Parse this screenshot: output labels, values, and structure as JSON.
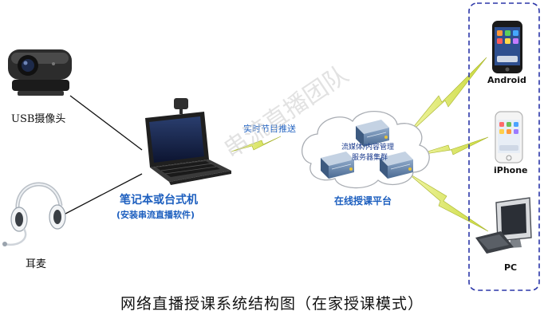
{
  "devices": {
    "webcam_label": "USB摄像头",
    "headset_label": "耳麦",
    "laptop_title": "笔记本或台式机",
    "laptop_subtitle": "(安装串流直播软件)",
    "android_label": "Android",
    "iphone_label": "iPhone",
    "pc_label": "PC"
  },
  "network": {
    "stream_label": "实时节目推送",
    "cloud_line1": "流媒体/内容管理",
    "cloud_line2": "服务器集群",
    "platform_label": "在线授课平台"
  },
  "watermark": "串流直播团队",
  "caption": "网络直播授课系统结构图（在家授课模式）",
  "colors": {
    "label_blue": "#1d5fbf",
    "lightning": "#d9e65a",
    "dashed_box": "#2b36a8",
    "connector_lines": "#111111"
  }
}
